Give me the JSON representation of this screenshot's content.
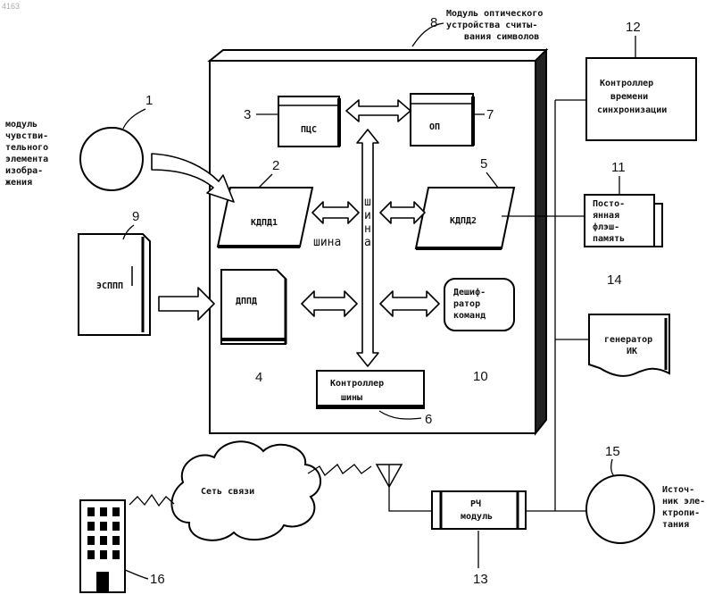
{
  "corner_stamp": "4163",
  "labels": {
    "module_title": [
      "Модуль оптического",
      "устройства считы-",
      "вания символов"
    ],
    "image_sensor_module": [
      "модуль",
      "чувстви-",
      "тельного",
      "элемента",
      "изобра-",
      "жения"
    ],
    "power_source": [
      "Источ-",
      "ник эле-",
      "ктропи-",
      "тания"
    ],
    "network": "Сеть связи",
    "bus_horizontal": "шина",
    "bus_vertical": [
      "ш",
      "и",
      "н",
      "а"
    ]
  },
  "blocks": {
    "pcs": "ПЦС",
    "op": "ОП",
    "kdpd1": "КДПД1",
    "kdpd2": "КДПД2",
    "dppd": "ДППД",
    "espp": "ЭСППП",
    "decoder": [
      "Дешиф-",
      "ратор",
      "команд"
    ],
    "bus_controller": [
      "Контроллер",
      "шины"
    ],
    "sync_controller": [
      "Контроллер",
      "времени",
      "синхронизации"
    ],
    "flash": [
      "Посто-",
      "янная",
      "флэш-",
      "память"
    ],
    "ir_generator": [
      "генератор",
      "ИК"
    ],
    "rf_module": [
      "РЧ",
      "модуль"
    ]
  },
  "numbers": {
    "n1": "1",
    "n2": "2",
    "n3": "3",
    "n4": "4",
    "n5": "5",
    "n6": "6",
    "n7": "7",
    "n8": "8",
    "n9": "9",
    "n10": "10",
    "n11": "11",
    "n12": "12",
    "n13": "13",
    "n14": "14",
    "n15": "15",
    "n16": "16"
  }
}
